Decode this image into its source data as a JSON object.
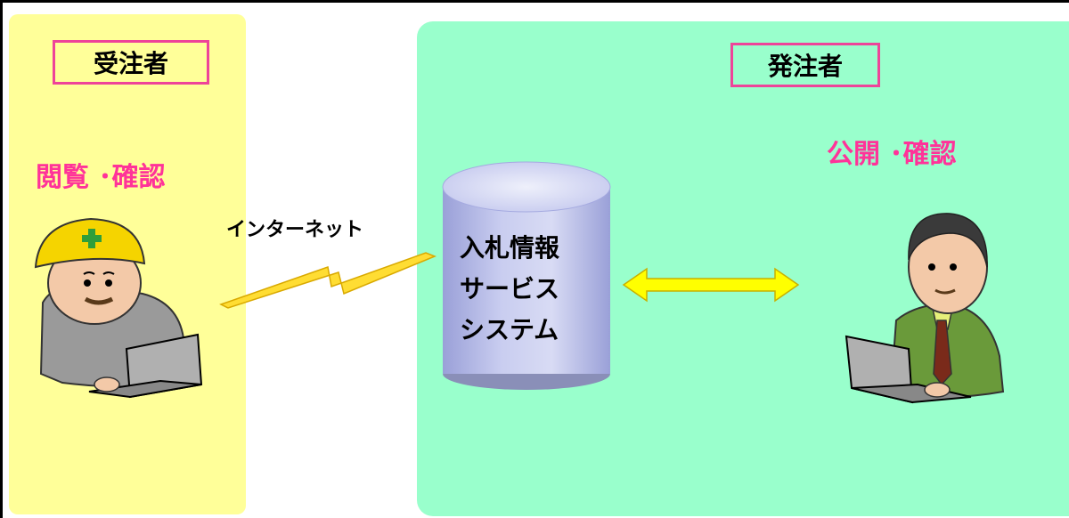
{
  "contractor": {
    "role_label": "受注者",
    "action_label": "閲覧 ･確認"
  },
  "orderer": {
    "role_label": "発注者",
    "action_label": "公開 ･確認"
  },
  "connection": {
    "label": "インターネット"
  },
  "system": {
    "lines": [
      "入札情報",
      "サービス",
      "システム"
    ]
  },
  "colors": {
    "contractor_panel": "#ffff99",
    "orderer_panel": "#99ffcc",
    "role_border": "#ee4499",
    "action_text": "#ff3399",
    "lightning": "#ffdd33",
    "arrow": "#ffff00",
    "cylinder": "#b8bde8"
  }
}
